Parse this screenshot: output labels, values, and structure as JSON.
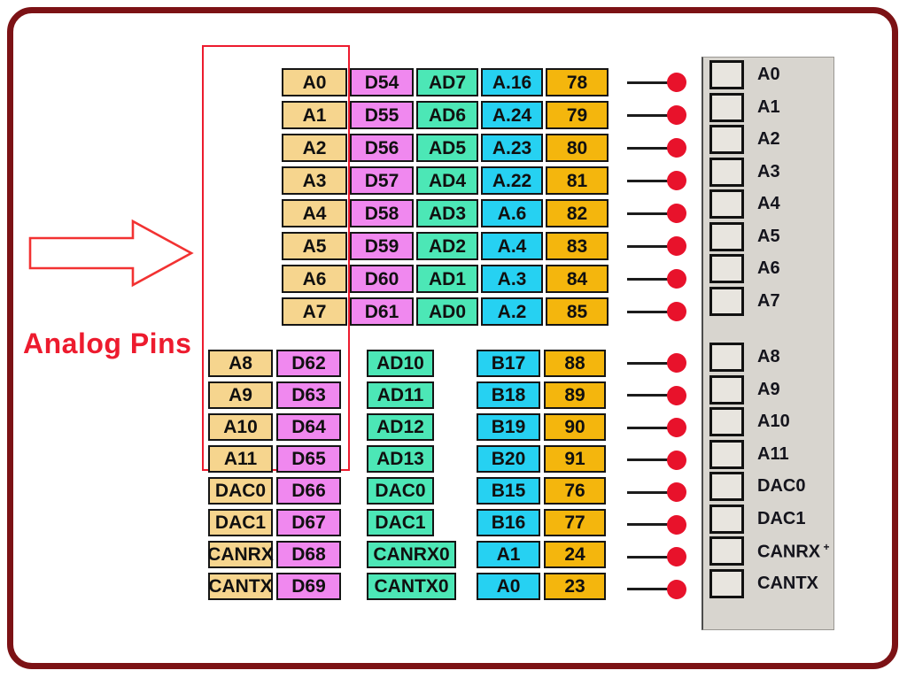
{
  "label": {
    "analog_pins": "Analog Pins"
  },
  "tables": {
    "top": {
      "rows": [
        [
          "A0",
          "D54",
          "AD7",
          "A.16",
          "78"
        ],
        [
          "A1",
          "D55",
          "AD6",
          "A.24",
          "79"
        ],
        [
          "A2",
          "D56",
          "AD5",
          "A.23",
          "80"
        ],
        [
          "A3",
          "D57",
          "AD4",
          "A.22",
          "81"
        ],
        [
          "A4",
          "D58",
          "AD3",
          "A.6",
          "82"
        ],
        [
          "A5",
          "D59",
          "AD2",
          "A.4",
          "83"
        ],
        [
          "A6",
          "D60",
          "AD1",
          "A.3",
          "84"
        ],
        [
          "A7",
          "D61",
          "AD0",
          "A.2",
          "85"
        ]
      ]
    },
    "bottom_left": {
      "rows": [
        [
          "A8",
          "D62"
        ],
        [
          "A9",
          "D63"
        ],
        [
          "A10",
          "D64"
        ],
        [
          "A11",
          "D65"
        ],
        [
          "DAC0",
          "D66"
        ],
        [
          "DAC1",
          "D67"
        ],
        [
          "CANRX",
          "D68"
        ],
        [
          "CANTX",
          "D69"
        ]
      ]
    },
    "middle": {
      "rows": [
        "AD10",
        "AD11",
        "AD12",
        "AD13",
        "DAC0",
        "DAC1",
        "CANRX0",
        "CANTX0"
      ]
    },
    "bottom_right": {
      "rows": [
        [
          "B17",
          "88"
        ],
        [
          "B18",
          "89"
        ],
        [
          "B19",
          "90"
        ],
        [
          "B20",
          "91"
        ],
        [
          "B15",
          "76"
        ],
        [
          "B16",
          "77"
        ],
        [
          "A1",
          "24"
        ],
        [
          "A0",
          "23"
        ]
      ]
    }
  },
  "chip": {
    "top_pins": [
      "A0",
      "A1",
      "A2",
      "A3",
      "A4",
      "A5",
      "A6",
      "A7"
    ],
    "bottom_pins": [
      "A8",
      "A9",
      "A10",
      "A11",
      "DAC0",
      "DAC1",
      "CANRX",
      "CANTX"
    ],
    "canrx_mark": "+"
  },
  "colors": {
    "tan": "#F6D58E",
    "violet": "#F088EF",
    "green": "#4CE7B6",
    "cyan": "#26D1F2",
    "gold": "#F4B60D",
    "maroon": "#7C1215",
    "accent_red": "#ED1B2E",
    "dot_red": "#E8122B",
    "panel_gray": "#D8D5CF",
    "square_gray": "#E8E5DF"
  }
}
